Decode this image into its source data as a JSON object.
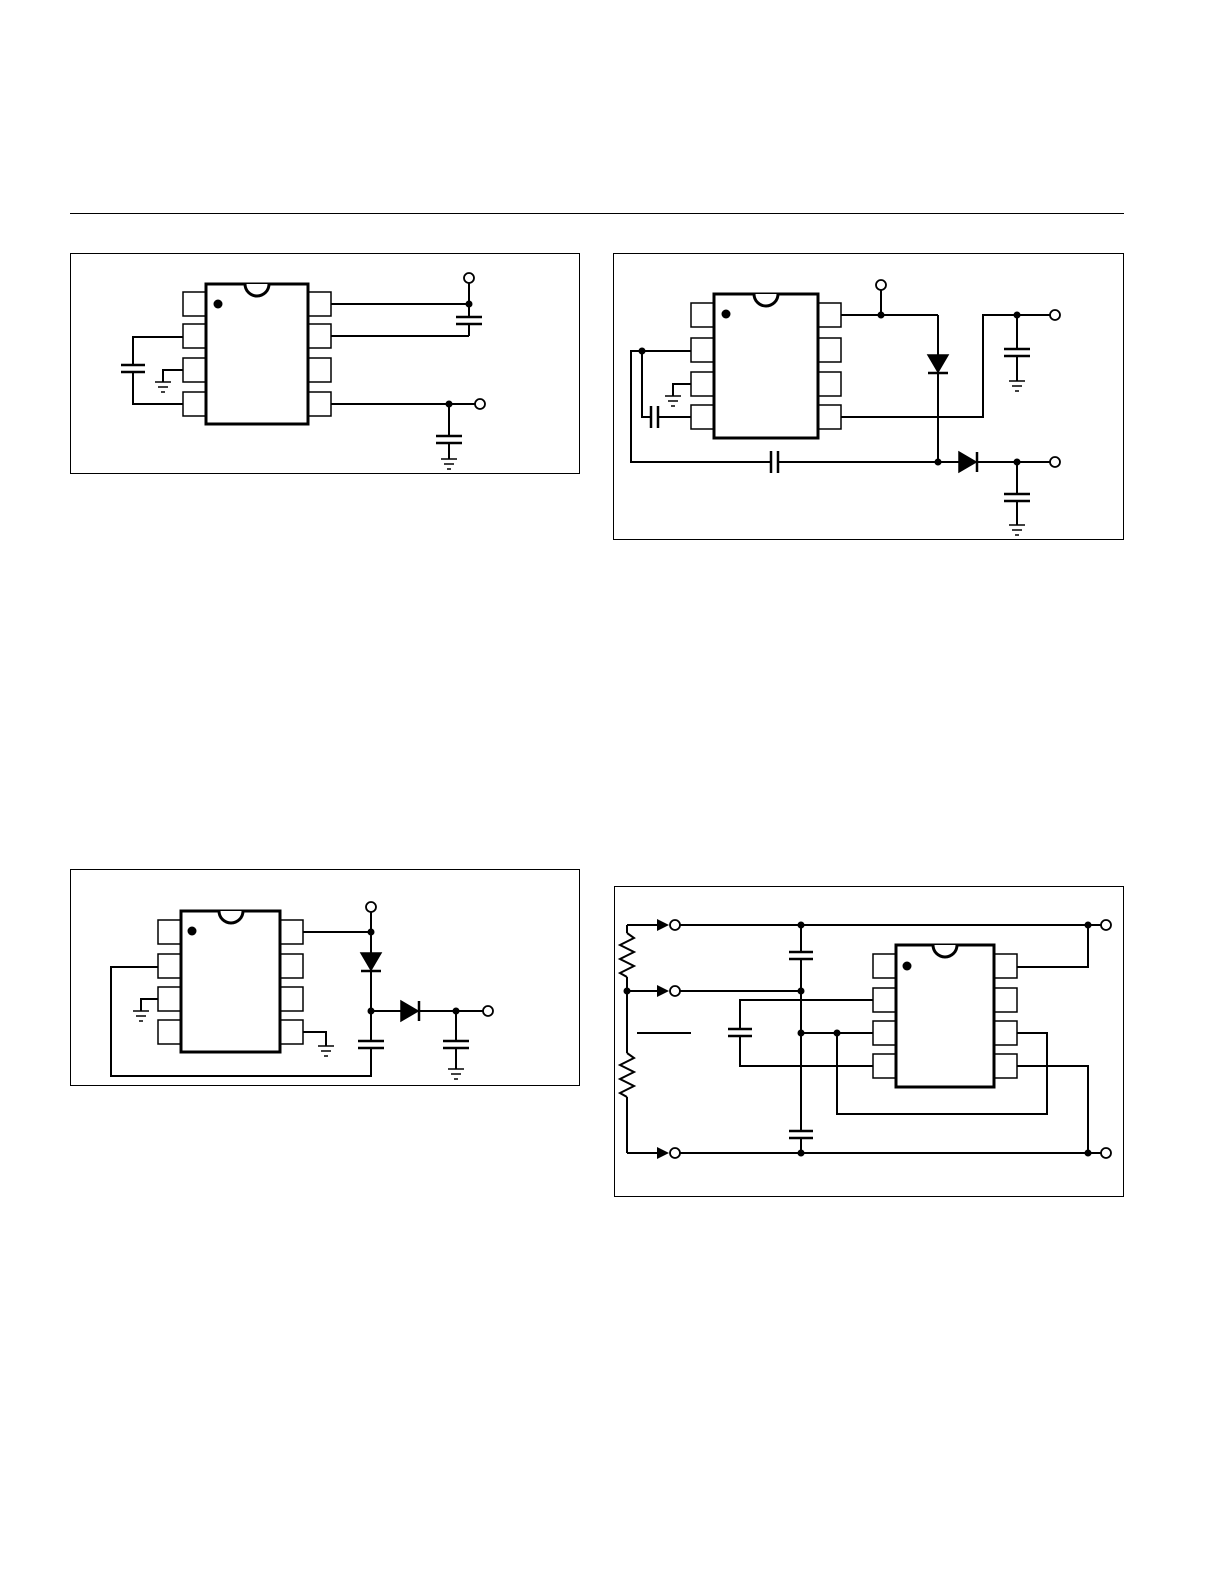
{
  "page": {
    "header_rule": true
  },
  "figures": [
    {
      "id": "figure-top-left",
      "components": [
        "8-pin-ic",
        "capacitor",
        "capacitor",
        "capacitor",
        "ground",
        "ground",
        "terminal",
        "terminal"
      ]
    },
    {
      "id": "figure-top-right",
      "components": [
        "8-pin-ic",
        "diode",
        "diode",
        "capacitor",
        "capacitor",
        "capacitor",
        "capacitor",
        "terminal",
        "terminal",
        "terminal"
      ]
    },
    {
      "id": "figure-bottom-left",
      "components": [
        "8-pin-ic",
        "diode",
        "diode",
        "capacitor",
        "capacitor",
        "terminal",
        "terminal"
      ]
    },
    {
      "id": "figure-bottom-right",
      "components": [
        "8-pin-ic",
        "resistor",
        "resistor",
        "capacitor",
        "capacitor",
        "capacitor",
        "terminal",
        "terminal",
        "terminal",
        "terminal",
        "terminal"
      ]
    }
  ],
  "colors": {
    "ink": "#000000",
    "paper": "#ffffff"
  }
}
